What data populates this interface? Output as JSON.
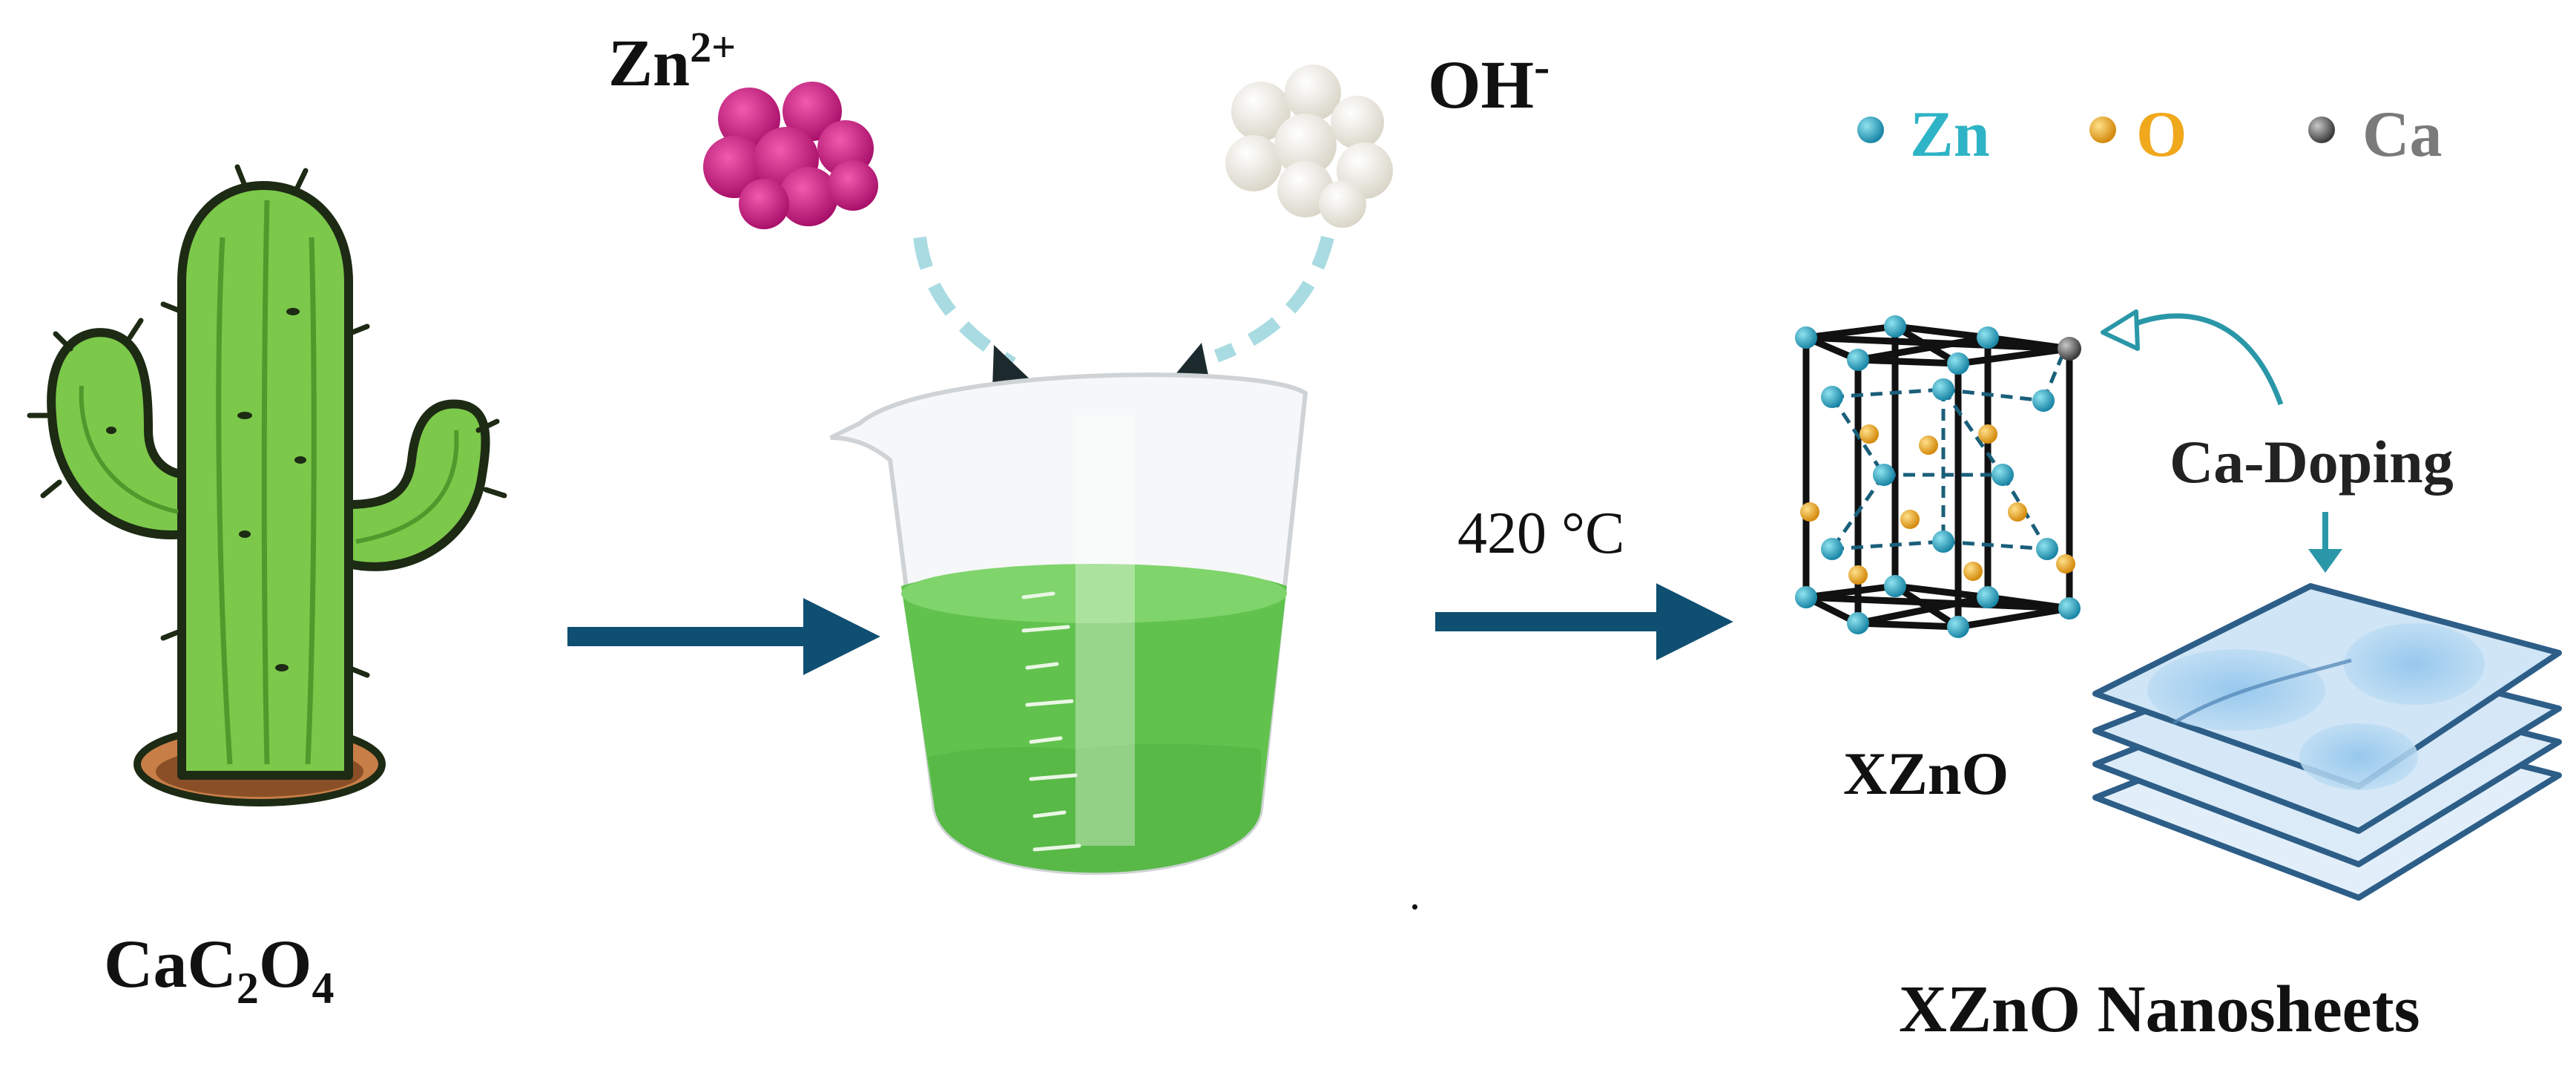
{
  "labels": {
    "cactus": "CaC",
    "cactus_sub1": "2",
    "cactus_mid": "O",
    "cactus_sub2": "4",
    "zn_ion": "Zn",
    "zn_ion_sup": "2+",
    "oh_ion": "OH",
    "oh_ion_sup": "-",
    "temperature": "420 °C",
    "crystal": "XZnO",
    "doping": "Ca-Doping",
    "nanosheets": "XZnO Nanosheets",
    "dot_mark": "."
  },
  "legend": [
    {
      "label": "Zn",
      "color": "#2fb3c6"
    },
    {
      "label": "O",
      "color": "#f0a81c"
    },
    {
      "label": "Ca",
      "color": "#7a7a7a"
    }
  ],
  "colors": {
    "arrow": "#0f4f72",
    "cactus": "#6cc142",
    "cactus_outline": "#1d3a14",
    "solution": "#62c24e",
    "zn_ion": "#c9177f",
    "oh_ion": "#f1efe8",
    "dash_arrow": "#a9dbe2",
    "sheet": "#cfe6f7",
    "sheet_edge": "#2d5e88",
    "lattice_node": "#1a7fb0",
    "lattice_o": "#e2a018"
  }
}
